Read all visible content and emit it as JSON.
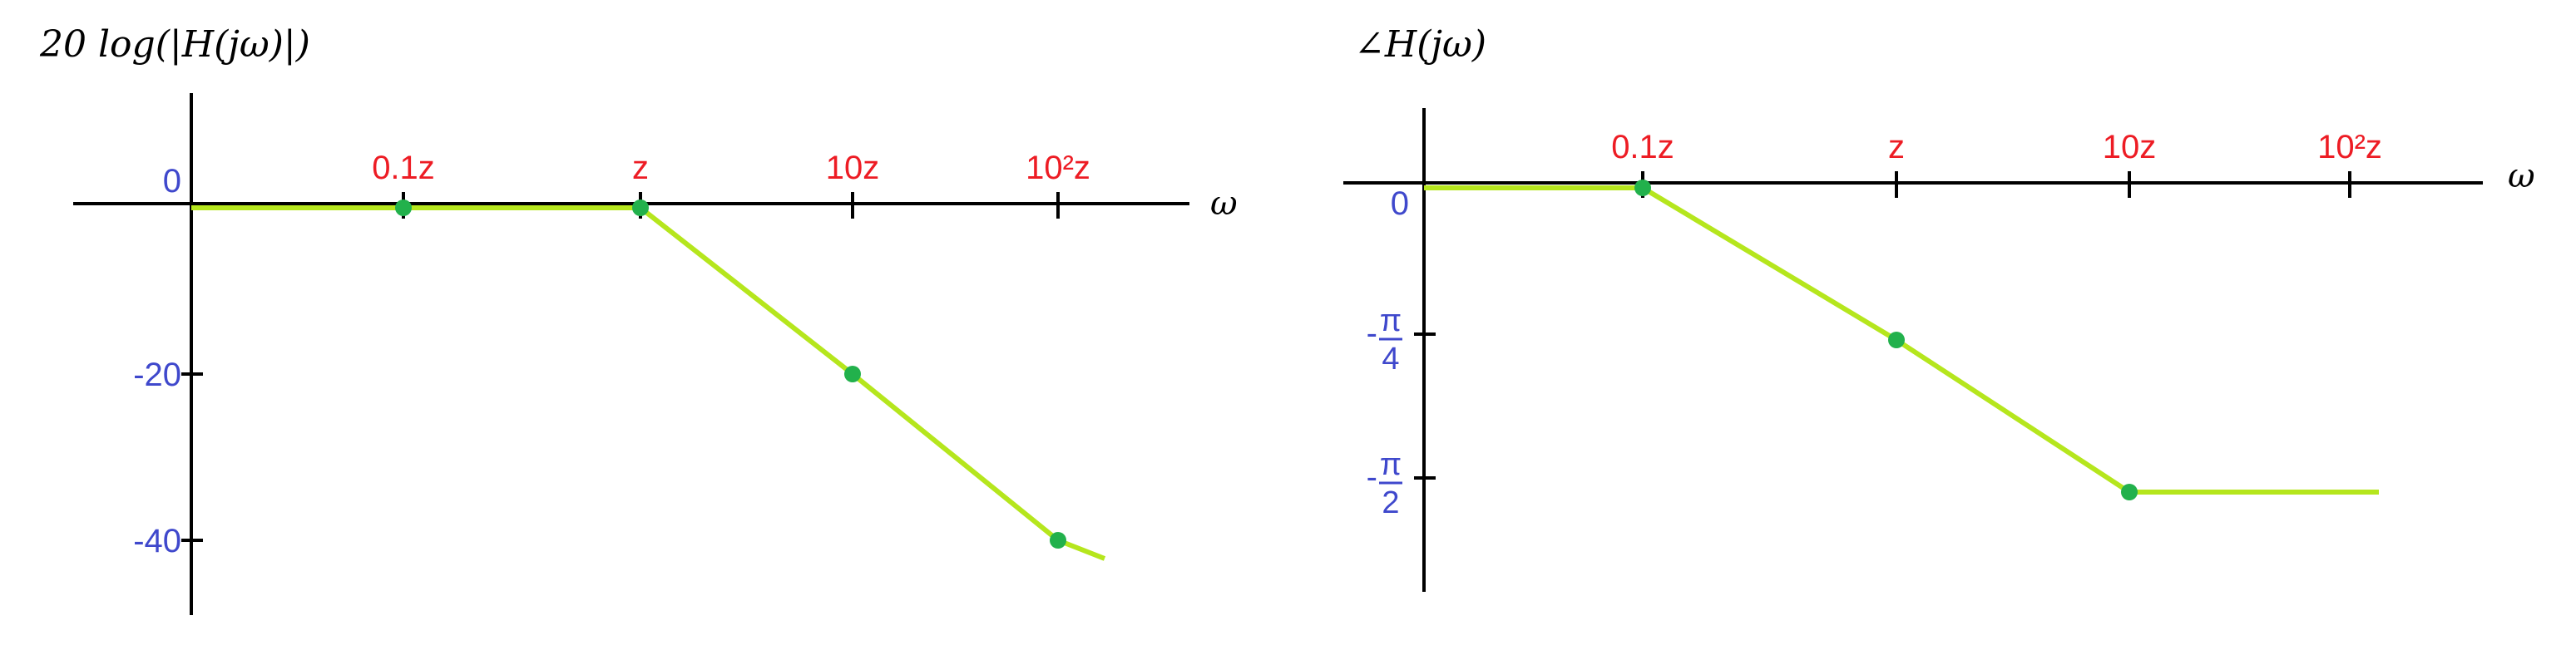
{
  "chart_data": [
    {
      "type": "line",
      "title": "20 log(|H(jω)|)",
      "xlabel": "ω",
      "ylabel": "",
      "x_scale": "log",
      "x_ticks": [
        "0.1z",
        "z",
        "10z",
        "10²z"
      ],
      "y_ticks": [
        "0",
        "-20",
        "-40"
      ],
      "y_tick_values": [
        0,
        -20,
        -40
      ],
      "series": [
        {
          "x": [
            "0.1z",
            "z",
            "10z",
            "10²z"
          ],
          "values": [
            0,
            0,
            -20,
            -40
          ]
        }
      ],
      "colors": {
        "line": "#b5e61d",
        "points": "#22b14c",
        "x_ticks": "#ed1c24",
        "y_ticks": "#3f48cc",
        "axes": "#000000"
      }
    },
    {
      "type": "line",
      "title": "∠H(jω)",
      "xlabel": "ω",
      "ylabel": "",
      "x_scale": "log",
      "x_ticks": [
        "0.1z",
        "z",
        "10z",
        "10²z"
      ],
      "y_ticks": [
        "0",
        "-π/4",
        "-π/2"
      ],
      "y_tick_values": [
        0,
        -0.7854,
        -1.5708
      ],
      "series": [
        {
          "x": [
            "0.1z",
            "z",
            "10z"
          ],
          "values": [
            0,
            -0.7854,
            -1.5708
          ]
        }
      ],
      "colors": {
        "line": "#b5e61d",
        "points": "#22b14c",
        "x_ticks": "#ed1c24",
        "y_ticks": "#3f48cc",
        "axes": "#000000"
      }
    }
  ]
}
